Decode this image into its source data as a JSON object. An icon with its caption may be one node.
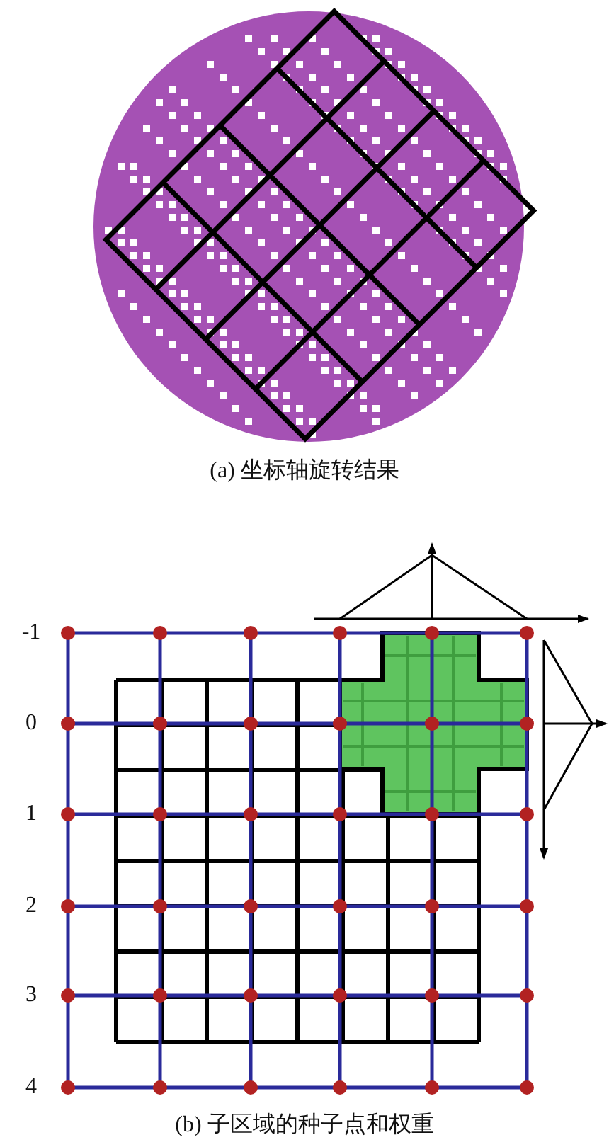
{
  "diagram": {
    "labels": [
      "(a) 坐标轴旋转结果",
      "-1",
      "0",
      "1",
      "2",
      "3",
      "4",
      "(b) 子区域的种子点和权重"
    ]
  }
}
